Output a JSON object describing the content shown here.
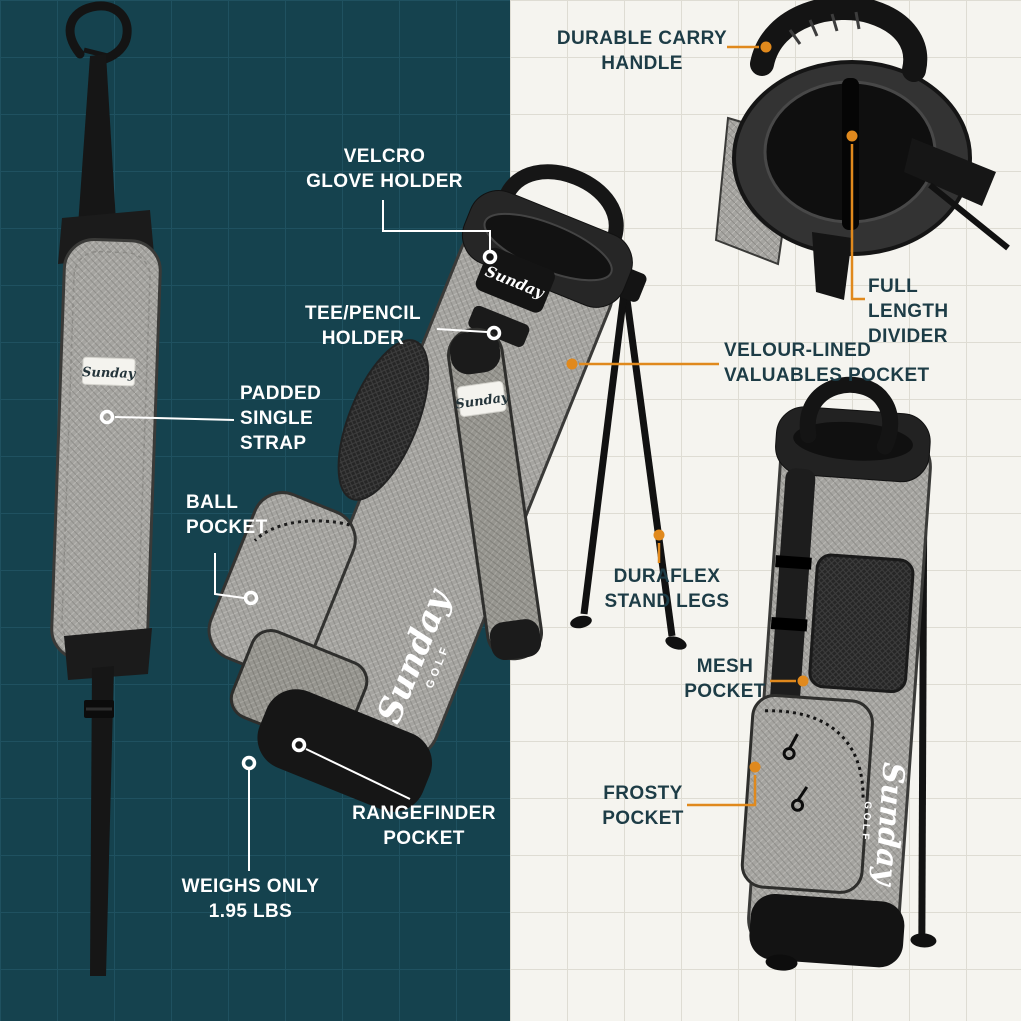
{
  "brand": {
    "logo": "Sunday",
    "logo_sub": "GOLF"
  },
  "colors": {
    "teal_bg": "#15424e",
    "teal_grid": "#1f5160",
    "paper_bg": "#f5f4ef",
    "paper_grid": "#dedcd3",
    "label_dark": "#1d3c46",
    "label_light": "#ffffff",
    "accent_orange": "#e0891d",
    "fabric_gray": "#a5a4a0",
    "trim_black": "#161616"
  },
  "callouts": {
    "durable_carry_handle": "DURABLE CARRY\nHANDLE",
    "velcro_glove_holder": "VELCRO\nGLOVE HOLDER",
    "tee_pencil_holder": "TEE/PENCIL\nHOLDER",
    "padded_single_strap": "PADDED\nSINGLE\nSTRAP",
    "ball_pocket": "BALL\nPOCKET",
    "rangefinder_pocket": "RANGEFINDER\nPOCKET",
    "weighs_only": "WEIGHS ONLY\n1.95 LBS",
    "full_length_divider": "FULL LENGTH\nDIVIDER",
    "velour_lined_valuables_pocket": "VELOUR-LINED\nVALUABLES POCKET",
    "duraflex_stand_legs": "DURAFLEX\nSTAND LEGS",
    "mesh_pocket": "MESH\nPOCKET",
    "frosty_pocket": "FROSTY\nPOCKET"
  }
}
